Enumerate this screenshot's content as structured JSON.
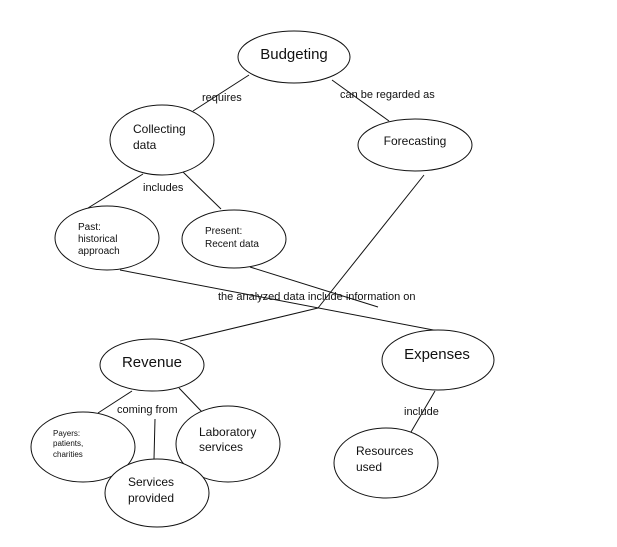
{
  "diagram": {
    "type": "concept-map",
    "nodes": {
      "budgeting": {
        "lines": [
          "Budgeting"
        ]
      },
      "collecting": {
        "lines": [
          "Collecting",
          "data"
        ]
      },
      "forecasting": {
        "lines": [
          "Forecasting"
        ]
      },
      "past": {
        "lines": [
          "Past:",
          "historical",
          "approach"
        ]
      },
      "present": {
        "lines": [
          "Present:",
          "Recent data"
        ]
      },
      "revenue": {
        "lines": [
          "Revenue"
        ]
      },
      "expenses": {
        "lines": [
          "Expenses"
        ]
      },
      "payers": {
        "lines": [
          "Payers:",
          "patients,",
          "charities"
        ]
      },
      "laboratory": {
        "lines": [
          "Laboratory",
          "services"
        ]
      },
      "services": {
        "lines": [
          "Services",
          "provided"
        ]
      },
      "resources": {
        "lines": [
          "Resources",
          "used"
        ]
      }
    },
    "edge_labels": {
      "requires": "requires",
      "regarded": "can be regarded as",
      "includes": "includes",
      "analyzed": "the analyzed data include information on",
      "coming_from": "coming from",
      "include": "include"
    },
    "edges": [
      {
        "from": "budgeting",
        "to": "collecting",
        "label": "requires"
      },
      {
        "from": "budgeting",
        "to": "forecasting",
        "label": "can be regarded as"
      },
      {
        "from": "collecting",
        "to": "past",
        "label": "includes"
      },
      {
        "from": "collecting",
        "to": "present",
        "label": "includes"
      },
      {
        "from": "past",
        "to": "expenses",
        "label": "the analyzed data include information on"
      },
      {
        "from": "present",
        "to": "expenses",
        "label": "the analyzed data include information on"
      },
      {
        "from": "forecasting",
        "to": "revenue",
        "label": "the analyzed data include information on"
      },
      {
        "from": "revenue",
        "to": "payers",
        "label": "coming from"
      },
      {
        "from": "revenue",
        "to": "services",
        "label": "coming from"
      },
      {
        "from": "revenue",
        "to": "laboratory",
        "label": "coming from"
      },
      {
        "from": "expenses",
        "to": "resources",
        "label": "include"
      }
    ]
  }
}
